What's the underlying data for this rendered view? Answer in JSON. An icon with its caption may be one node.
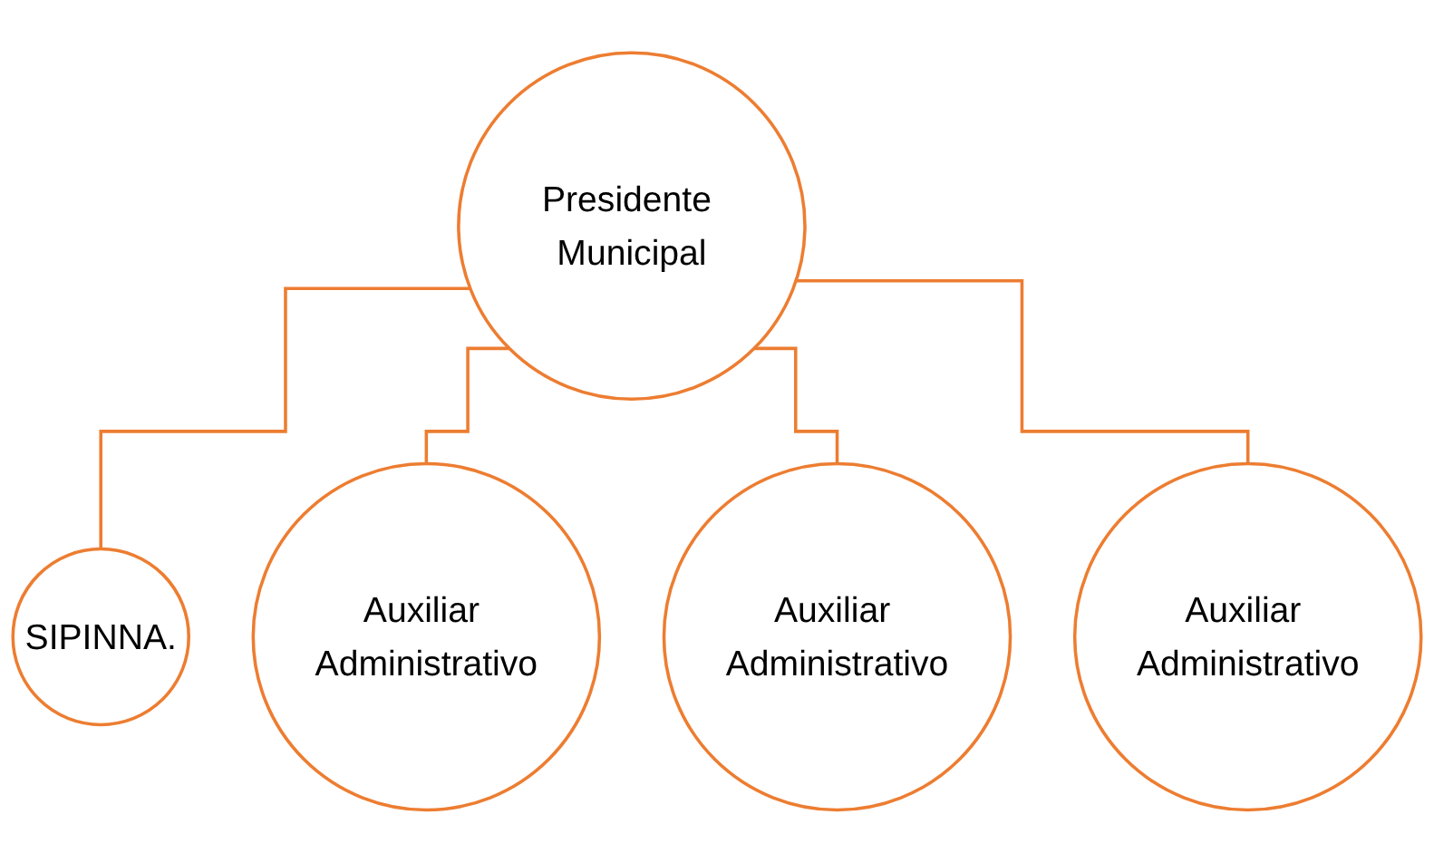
{
  "diagram": {
    "nodes": [
      {
        "text": [
          "Presidente Municipal"
        ]
      },
      {
        "text": [
          "SIPINNA."
        ]
      },
      {
        "text": [
          "Auxiliar Administrativo"
        ]
      },
      {
        "text": [
          "Auxiliar Administrativo"
        ]
      },
      {
        "text": [
          "Auxiliar Administrativo"
        ]
      }
    ],
    "edges": [
      {
        "from": 0,
        "to": 1,
        "arrow": "none"
      },
      {
        "from": 0,
        "to": 2,
        "arrow": "none"
      },
      {
        "from": 0,
        "to": 3,
        "arrow": "none"
      },
      {
        "from": 0,
        "to": 4,
        "arrow": "none"
      }
    ]
  }
}
